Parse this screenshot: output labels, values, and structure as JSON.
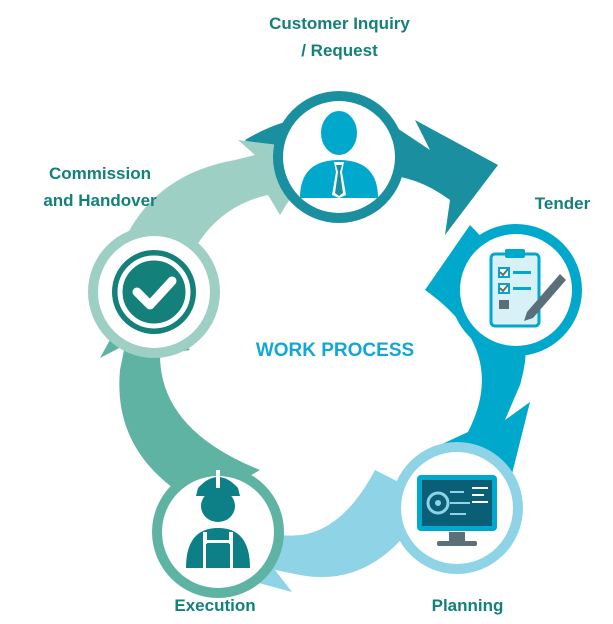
{
  "title": "WORK PROCESS",
  "steps": [
    {
      "lines": [
        "Customer Inquiry",
        "/ Request"
      ],
      "icon": "businessman-icon",
      "color": "#1a8fa0"
    },
    {
      "lines": [
        "Tender"
      ],
      "icon": "clipboard-checklist-icon",
      "color": "#00a8cc"
    },
    {
      "lines": [
        "Planning"
      ],
      "icon": "computer-monitor-icon",
      "color": "#8fd3e6"
    },
    {
      "lines": [
        "Execution"
      ],
      "icon": "construction-worker-icon",
      "color": "#5fb3a3"
    },
    {
      "lines": [
        "Commission",
        "and Handover"
      ],
      "icon": "checkmark-circle-icon",
      "color": "#9ecfc4"
    }
  ],
  "colors": {
    "title": "#14a6d6",
    "label": "#14807a",
    "step1": "#1a8fa0",
    "step2": "#00a8cc",
    "step3": "#8fd3e6",
    "step4": "#5fb3a3",
    "step5": "#9ecfc4"
  }
}
